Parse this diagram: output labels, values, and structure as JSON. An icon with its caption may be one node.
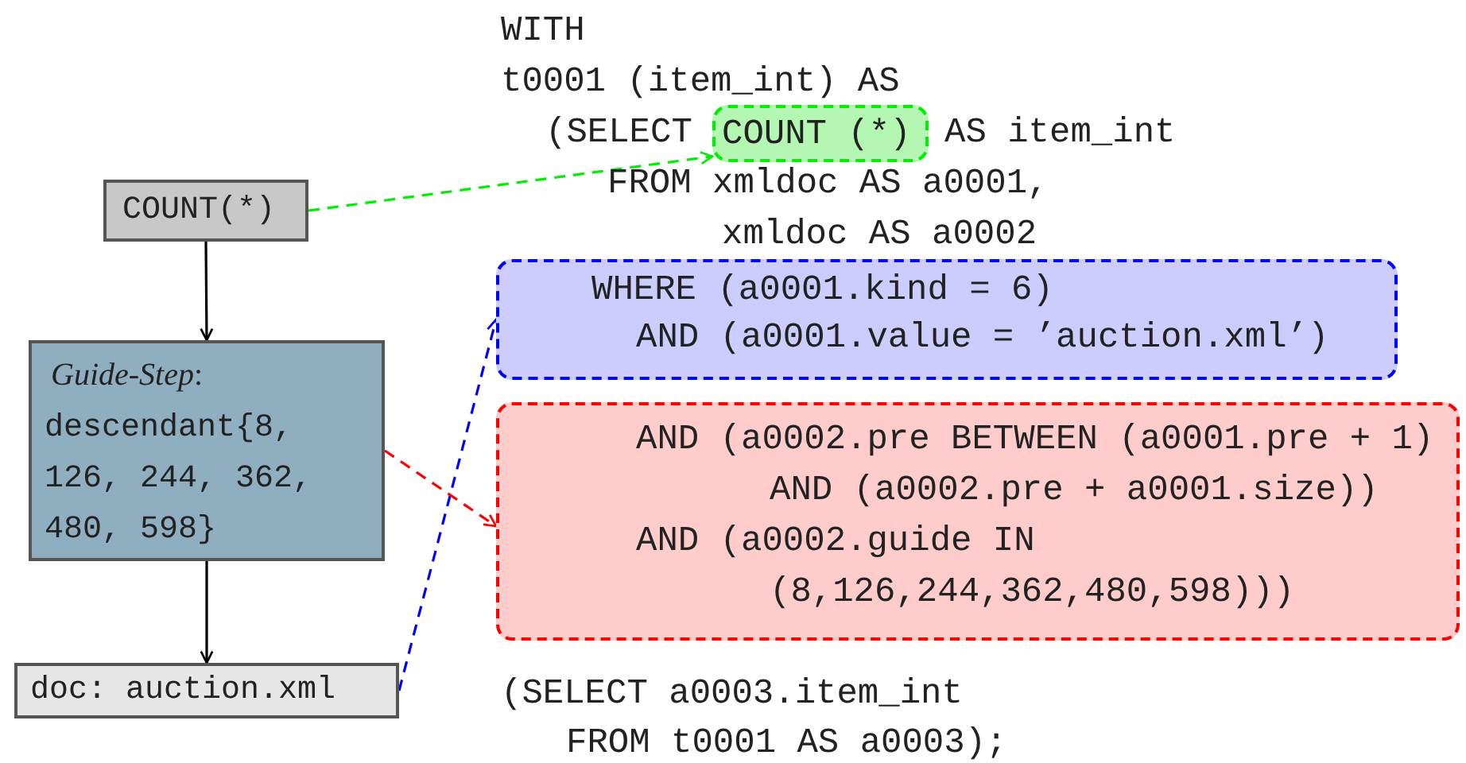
{
  "diagram": {
    "nodes": [
      {
        "text": [
          "COUNT(*)"
        ]
      },
      {
        "text": [
          "*Guide-Step*:",
          "descendant{8, 126, 244, 362, 480, 598}"
        ]
      },
      {
        "text": [
          "doc: auction.xml"
        ]
      },
      {
        "text": [
          "COUNT (*)"
        ]
      },
      {
        "text": [
          "WHERE (a0001.kind = 6)",
          "AND (a0001.value = ’auction.xml’)"
        ]
      },
      {
        "text": [
          "AND (a0002.pre BETWEEN (a0001.pre + 1)",
          "AND (a0002.pre + a0001.size))",
          "AND (a0002.guide IN",
          "(8,126,244,362,480,598)))"
        ]
      }
    ],
    "edges": [
      {
        "from": 0,
        "to": 1,
        "arrow": "to"
      },
      {
        "from": 1,
        "to": 2,
        "arrow": "to"
      },
      {
        "from": 0,
        "to": 3,
        "arrow": "to",
        "style": "dashed",
        "color": "#00ee00"
      },
      {
        "from": 2,
        "to": 4,
        "arrow": "to",
        "style": "dashed",
        "color": "#0000ff"
      },
      {
        "from": 1,
        "to": 5,
        "arrow": "to",
        "style": "dashed",
        "color": "#ff0000"
      }
    ],
    "labels": [
      "WITH",
      "t0001 (item_int) AS",
      "(SELECT",
      "AS item_int",
      "FROM xmldoc AS a0001,",
      "xmldoc AS a0002",
      "(SELECT a0003.item_int",
      "FROM t0001 AS a0003);"
    ]
  }
}
